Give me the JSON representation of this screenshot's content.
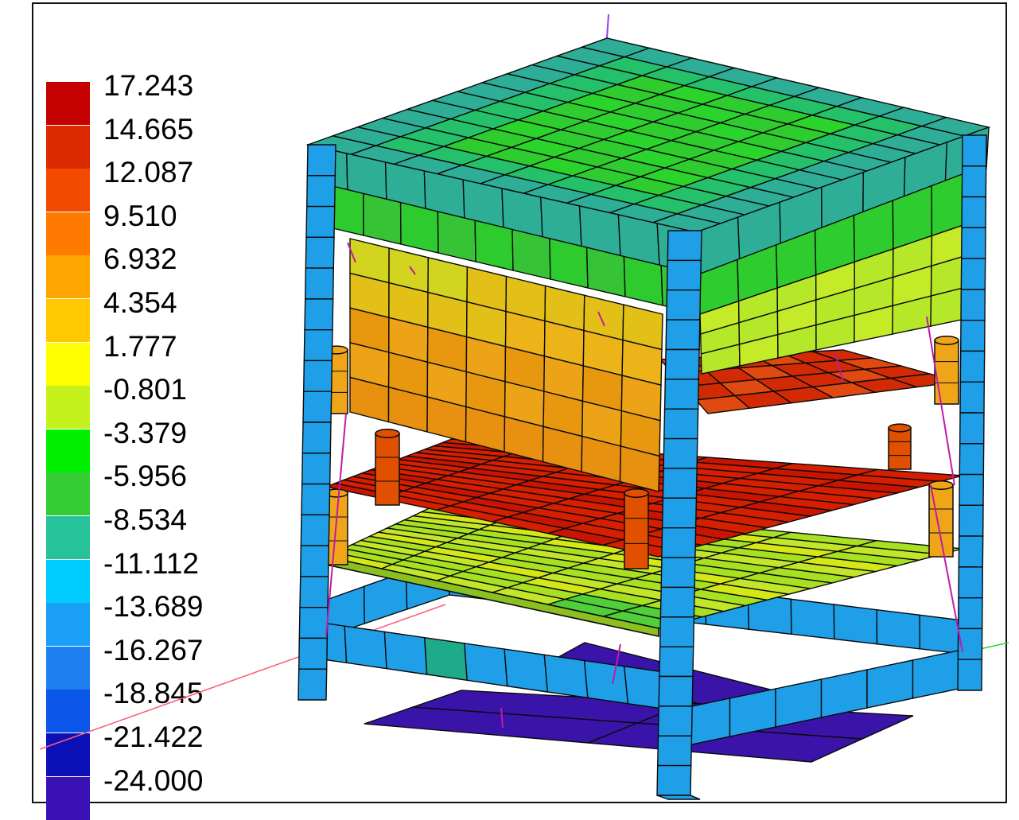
{
  "legend": {
    "labels": [
      "17.243",
      "14.665",
      "12.087",
      "9.510",
      "6.932",
      "4.354",
      "1.777",
      "-0.801",
      "-3.379",
      "-5.956",
      "-8.534",
      "-11.112",
      "-13.689",
      "-16.267",
      "-18.845",
      "-21.422",
      "-24.000"
    ],
    "colors": [
      "#c40000",
      "#dc2a00",
      "#f24b00",
      "#ff7a00",
      "#ffa500",
      "#ffc800",
      "#ffff00",
      "#c5f21c",
      "#00f000",
      "#35cc35",
      "#26c29a",
      "#00ccff",
      "#19a0f5",
      "#1e7ff0",
      "#0b55e8",
      "#0a0fb6",
      "#3a11b4"
    ]
  },
  "model_colors": {
    "frame_teal": "#2fae97",
    "column_blue": "#1f9fe8",
    "top_green": "#2fcc2f",
    "side_lime": "#b6e82a",
    "panel_orange": "#e8a018",
    "plate_red": "#d61e00",
    "plate_lime": "#a8e022",
    "base_purple": "#3a14a8",
    "edge": "#0a0a0a",
    "axis_x": "#ff5a78",
    "axis_y": "#28d828",
    "axis_z": "#9a3cf0",
    "wire_magenta": "#c01aa8"
  }
}
